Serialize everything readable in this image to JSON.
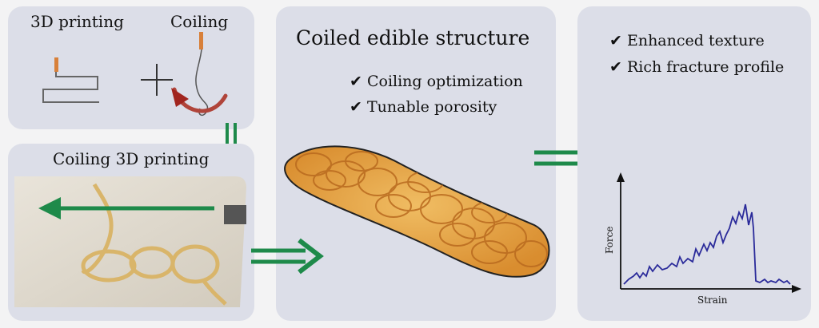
{
  "panel_top_left": {
    "label_left": "3D printing",
    "label_right": "Coiling"
  },
  "panel_bottom_left": {
    "title": "Coiling 3D printing"
  },
  "panel_middle": {
    "title": "Coiled edible structure",
    "bullets": [
      "Coiling optimization",
      "Tunable porosity"
    ]
  },
  "panel_right": {
    "bullets": [
      "Enhanced texture",
      "Rich fracture profile"
    ],
    "plot": {
      "xlabel": "Strain",
      "ylabel": "Force"
    }
  },
  "colors": {
    "panel": "#dcdee8",
    "arrow_green": "#1e8a4a",
    "nozzle_orange": "#d8803a",
    "coil_red": "#b0443a",
    "curve_blue": "#2a2a9a",
    "pasta": "#e6a64b"
  },
  "icons": [
    "check-icon",
    "nozzle-icon",
    "plus-icon",
    "double-arrow-icon"
  ]
}
